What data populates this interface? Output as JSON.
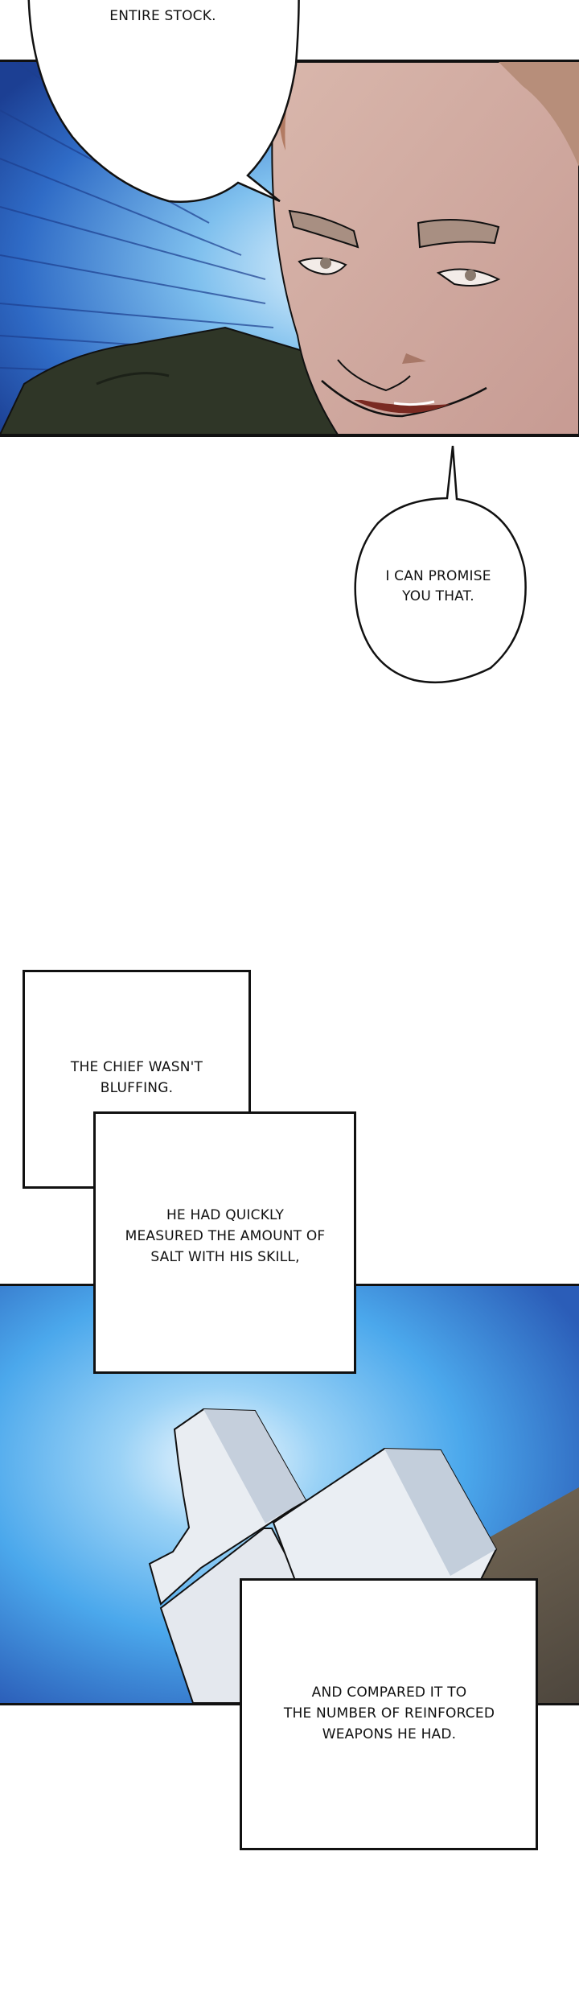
{
  "page": {
    "background": "#ffffff",
    "line_color": "#111111"
  },
  "panel_1": {
    "description": "Close-up of smirking old chief's face against a blue speed-line background",
    "sky_dark": "#1f4fa8",
    "sky_light": "#dff0fb",
    "skin": "#d2ada3",
    "coat": "#2e3526"
  },
  "bubbles": [
    {
      "id": "bubble-entire-stock",
      "text": "ENTIRE STOCK."
    },
    {
      "id": "bubble-promise",
      "text": "I CAN PROMISE\nYOU THAT."
    }
  ],
  "captions": [
    {
      "id": "caption-chief-bluffing",
      "text": "THE CHIEF WASN'T\nBLUFFING."
    },
    {
      "id": "caption-measured-salt",
      "text": "HE HAD QUICKLY\nMEASURED THE AMOUNT OF\nSALT WITH HIS SKILL,"
    },
    {
      "id": "caption-compared-weapons",
      "text": "AND COMPARED IT TO\nTHE NUMBER OF REINFORCED\nWEAPONS HE HAD."
    }
  ],
  "panel_2": {
    "description": "Large white salt blocks stacked against a bright blue sky with a brown hill",
    "sky_dark": "#2c5cb8",
    "sky_light": "#4fb6f2",
    "salt": "#e6eaf0",
    "hill": "#7a6a55"
  }
}
